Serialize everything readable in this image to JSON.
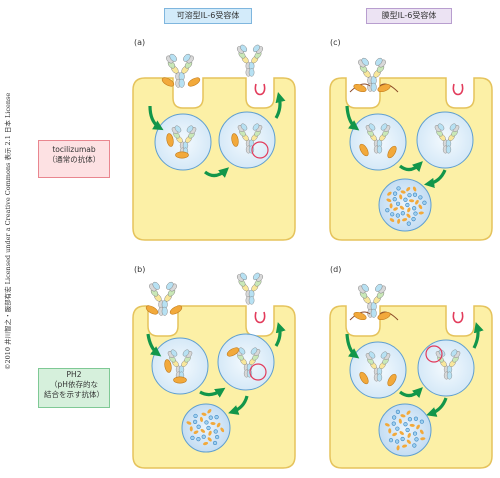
{
  "headers": {
    "soluble": "可溶型IL-6受容体",
    "membrane": "膜型IL-6受容体"
  },
  "rows": [
    {
      "label_lines": [
        "tocilizumab",
        "（通常の抗体）"
      ],
      "color": "#fde1e3"
    },
    {
      "label_lines": [
        "PH2",
        "（pH依存的な",
        "結合を示す抗体）"
      ],
      "color": "#d6f0dc"
    }
  ],
  "panels": {
    "a": "(a)",
    "b": "(b)",
    "c": "(c)",
    "d": "(d)"
  },
  "copyright": "©2010 井川智之・服部有宏 Licensed under a Creative Commons 表示 2.1 日本 License",
  "colors": {
    "cell_fill": "#fcf0a6",
    "cell_stroke": "#e5c35c",
    "endosome_fill": "#cfe5f6",
    "lysosome_fill": "#bcd8f1",
    "arrow": "#12964a",
    "receptor": "#f2a93b",
    "membrane_receptor": "#e23b5b"
  }
}
